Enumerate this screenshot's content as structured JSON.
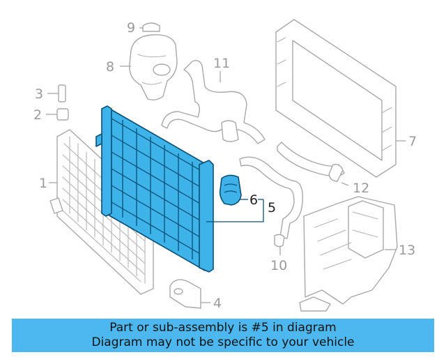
{
  "diagram": {
    "callouts": {
      "c1": "1",
      "c2": "2",
      "c3": "3",
      "c4": "4",
      "c5": "5",
      "c6": "6",
      "c7": "7",
      "c8": "8",
      "c9": "9",
      "c10": "10",
      "c11": "11",
      "c12": "12",
      "c13": "13"
    },
    "highlighted_part": "5",
    "colors": {
      "highlight": "#3db3ea",
      "outline": "#0b4f75",
      "line_art": "#a8a8a8"
    }
  },
  "banner": {
    "line1": "Part or sub-assembly is #5 in diagram",
    "line2": "Diagram may not be specific to your vehicle",
    "color": "#4db8f0"
  }
}
